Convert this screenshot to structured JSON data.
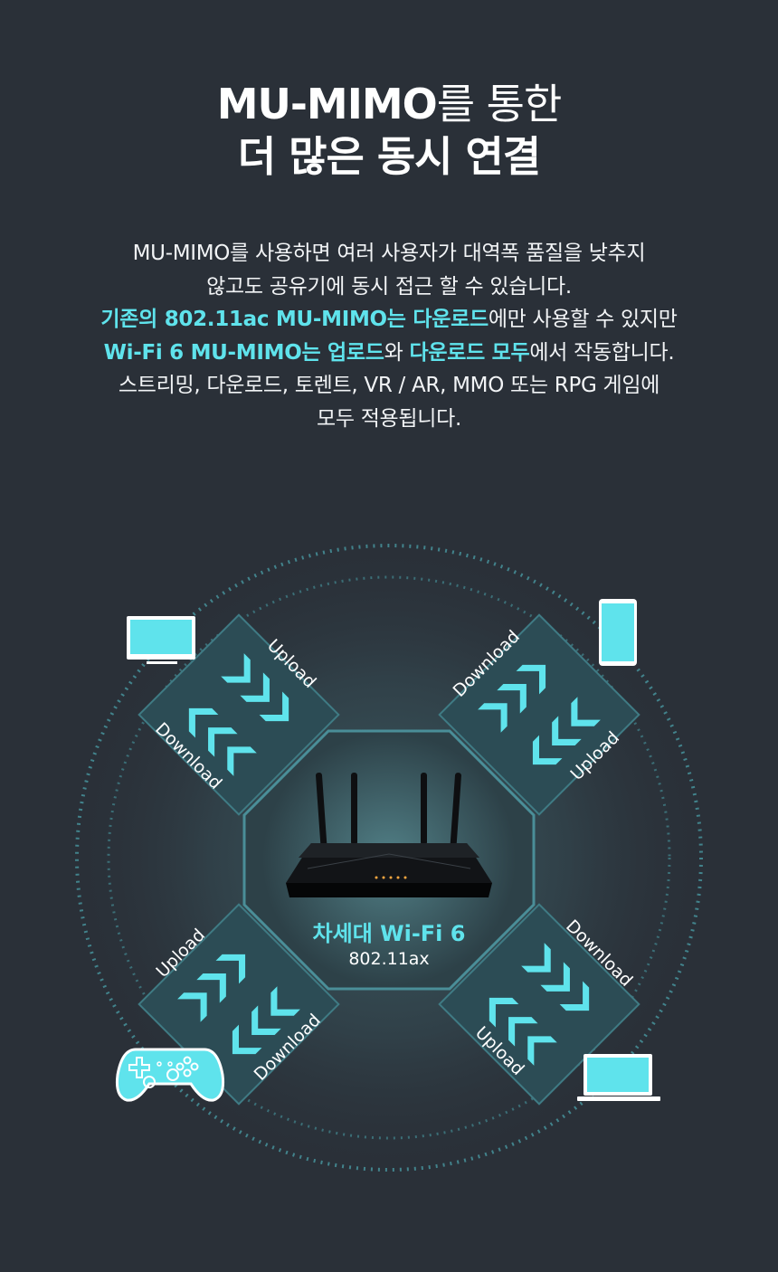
{
  "heading": {
    "line1_bold": "MU-MIMO",
    "line1_rest": "를 통한",
    "line2": "더 많은 동시 연결"
  },
  "description": {
    "line1": "MU-MIMO를 사용하면 여러 사용자가 대역폭 품질을 낮추지",
    "line2": "않고도 공유기에 동시 접근 할 수 있습니다.",
    "line3_hl1": "기존의 802.11ac MU-MIMO는 다운로드",
    "line3_rest": "에만 사용할 수 있지만",
    "line4_hl1": "Wi-Fi 6 MU-MIMO는 업로드",
    "line4_mid": "와 ",
    "line4_hl2": "다운로드 모두",
    "line4_rest": "에서 작동합니다.",
    "line5": "스트리밍, 다운로드, 토렌트, VR / AR, MMO 또는 RPG 게임에",
    "line6": "모두 적용됩니다."
  },
  "diagram": {
    "center_title": "차세대 Wi-Fi 6",
    "center_subtitle": "802.11ax",
    "labels": {
      "upload": "Upload",
      "download": "Download"
    },
    "devices": [
      "monitor-icon",
      "smartphone-icon",
      "gamepad-icon",
      "laptop-icon"
    ],
    "accent_color": "#5fe3ec",
    "background_color": "#2a3038"
  }
}
